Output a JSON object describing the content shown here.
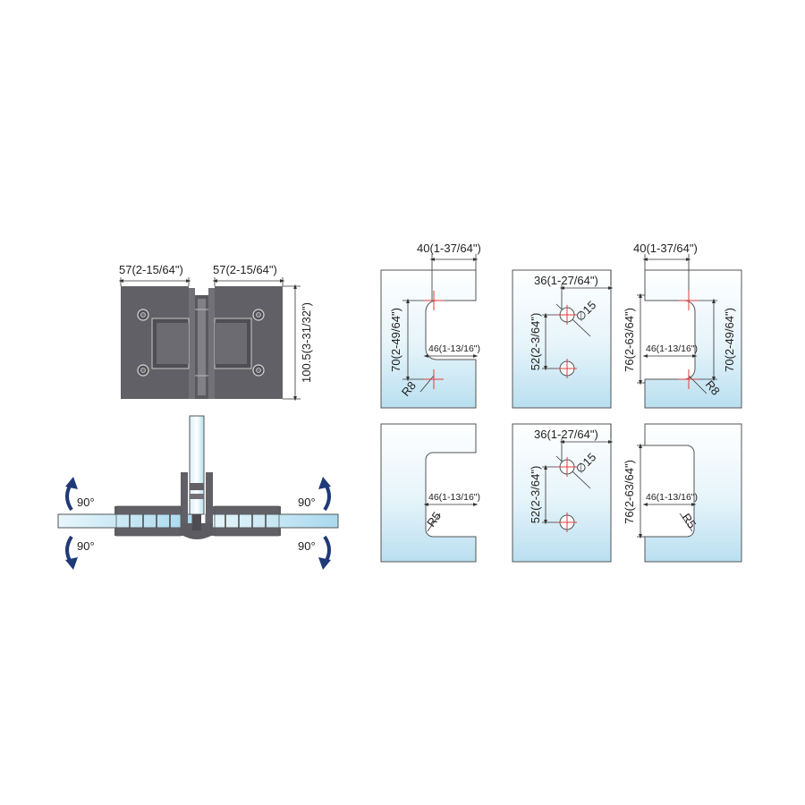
{
  "hinge_front": {
    "left_width": "57(2-15/64\")",
    "right_width": "57(2-15/64\")",
    "height": "100.5(3-31/32\")"
  },
  "hinge_top": {
    "angle_top_left": "90°",
    "angle_bottom_left": "90°",
    "angle_top_right": "90°",
    "angle_bottom_right": "90°"
  },
  "cutouts": {
    "p1": {
      "width": "40(1-37/64\")",
      "height": "70(2-49/64\")",
      "depth": "46(1-13/16\")",
      "radius": "R8"
    },
    "p2": {
      "offset": "36(1-27/64\")",
      "spacing": "52(2-3/64\")",
      "diameter": "∅15"
    },
    "p3": {
      "width": "40(1-37/64\")",
      "height_left": "76(2-63/64\")",
      "height_right": "70(2-49/64\")",
      "depth": "46(1-13/16\")",
      "radius": "R8"
    },
    "p4": {
      "depth": "46(1-13/16\")",
      "radius": "R5"
    },
    "p5": {
      "offset": "36(1-27/64\")",
      "spacing": "52(2-3/64\")",
      "diameter": "∅15"
    },
    "p6": {
      "height": "76(2-63/64\")",
      "depth": "46(1-13/16\")",
      "radius": "R5"
    }
  },
  "colors": {
    "metal": "#616066",
    "glass_top": "#ffffff",
    "glass_bottom": "#bfe2f2",
    "arrow": "#1f3a78",
    "marker": "#e23b3b"
  }
}
